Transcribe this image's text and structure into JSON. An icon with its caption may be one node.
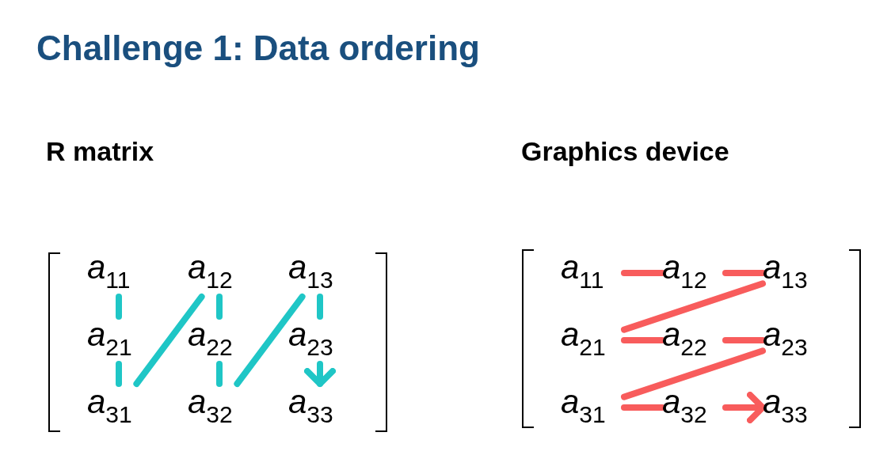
{
  "diagram": {
    "title": "Challenge 1: Data ordering",
    "nodes": [
      {
        "text": [
          "*a*$_{11}$"
        ]
      },
      {
        "text": [
          "*a*$_{12}$"
        ]
      },
      {
        "text": [
          "*a*$_{13}$"
        ]
      },
      {
        "text": [
          "*a*$_{21}$"
        ]
      },
      {
        "text": [
          "*a*$_{22}$"
        ]
      },
      {
        "text": [
          "*a*$_{23}$"
        ]
      },
      {
        "text": [
          "*a*$_{31}$"
        ]
      },
      {
        "text": [
          "*a*$_{32}$"
        ]
      },
      {
        "text": [
          "*a*$_{33}$"
        ]
      },
      {
        "text": [
          "*a*$_{11}$"
        ]
      },
      {
        "text": [
          "*a*$_{12}$"
        ]
      },
      {
        "text": [
          "*a*$_{13}$"
        ]
      },
      {
        "text": [
          "*a*$_{21}$"
        ]
      },
      {
        "text": [
          "*a*$_{22}$"
        ]
      },
      {
        "text": [
          "*a*$_{23}$"
        ]
      },
      {
        "text": [
          "*a*$_{31}$"
        ]
      },
      {
        "text": [
          "*a*$_{32}$"
        ]
      },
      {
        "text": [
          "*a*$_{33}$"
        ]
      }
    ],
    "edges": [
      {
        "from": 0,
        "to": 3,
        "arrow": "none",
        "color": "#1fc6c6"
      },
      {
        "from": 3,
        "to": 6,
        "arrow": "none",
        "color": "#1fc6c6"
      },
      {
        "from": 6,
        "to": 1,
        "arrow": "none",
        "color": "#1fc6c6"
      },
      {
        "from": 1,
        "to": 4,
        "arrow": "none",
        "color": "#1fc6c6"
      },
      {
        "from": 4,
        "to": 7,
        "arrow": "none",
        "color": "#1fc6c6"
      },
      {
        "from": 7,
        "to": 2,
        "arrow": "none",
        "color": "#1fc6c6"
      },
      {
        "from": 2,
        "to": 5,
        "arrow": "none",
        "color": "#1fc6c6"
      },
      {
        "from": 5,
        "to": 8,
        "arrow": "to",
        "color": "#1fc6c6"
      },
      {
        "from": 9,
        "to": 10,
        "arrow": "none",
        "color": "#f85c5c"
      },
      {
        "from": 10,
        "to": 11,
        "arrow": "none",
        "color": "#f85c5c"
      },
      {
        "from": 11,
        "to": 12,
        "arrow": "none",
        "color": "#f85c5c"
      },
      {
        "from": 12,
        "to": 13,
        "arrow": "none",
        "color": "#f85c5c"
      },
      {
        "from": 13,
        "to": 14,
        "arrow": "none",
        "color": "#f85c5c"
      },
      {
        "from": 14,
        "to": 15,
        "arrow": "none",
        "color": "#f85c5c"
      },
      {
        "from": 15,
        "to": 16,
        "arrow": "none",
        "color": "#f85c5c"
      },
      {
        "from": 16,
        "to": 17,
        "arrow": "to",
        "color": "#f85c5c"
      }
    ],
    "labels": [
      "R matrix",
      "Graphics device"
    ]
  }
}
